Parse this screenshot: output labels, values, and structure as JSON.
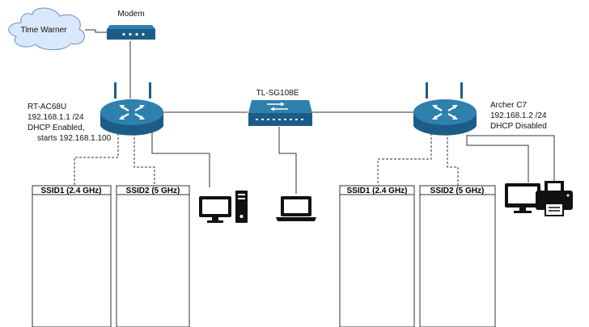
{
  "cloud": {
    "label": "Time Warner"
  },
  "modem": {
    "label": "Modem"
  },
  "switch": {
    "label": "TL-SG108E"
  },
  "router_left": {
    "lines": [
      "RT-AC68U",
      "192.168.1.1 /24",
      "DHCP Enabled,",
      "starts 192.168.1.100"
    ],
    "ssids": [
      "SSID1 (2.4 GHz)",
      "SSID2 (5 GHz)"
    ]
  },
  "router_right": {
    "lines": [
      "Archer C7",
      "192.168.1.2 /24",
      "DHCP Disabled"
    ],
    "ssids": [
      "SSID1 (2.4 GHz)",
      "SSID2 (5 GHz)"
    ]
  },
  "devices": {
    "desktop_icon": "desktop-computer-icon",
    "laptop_icon": "laptop-icon",
    "monitor_icon": "monitor-icon",
    "printer_icon": "printer-icon"
  },
  "colors": {
    "device": "#1d5c86",
    "device_top": "#2e80ad",
    "cloud_fill": "#dae8fc",
    "cloud_stroke": "#6c8ebf"
  }
}
